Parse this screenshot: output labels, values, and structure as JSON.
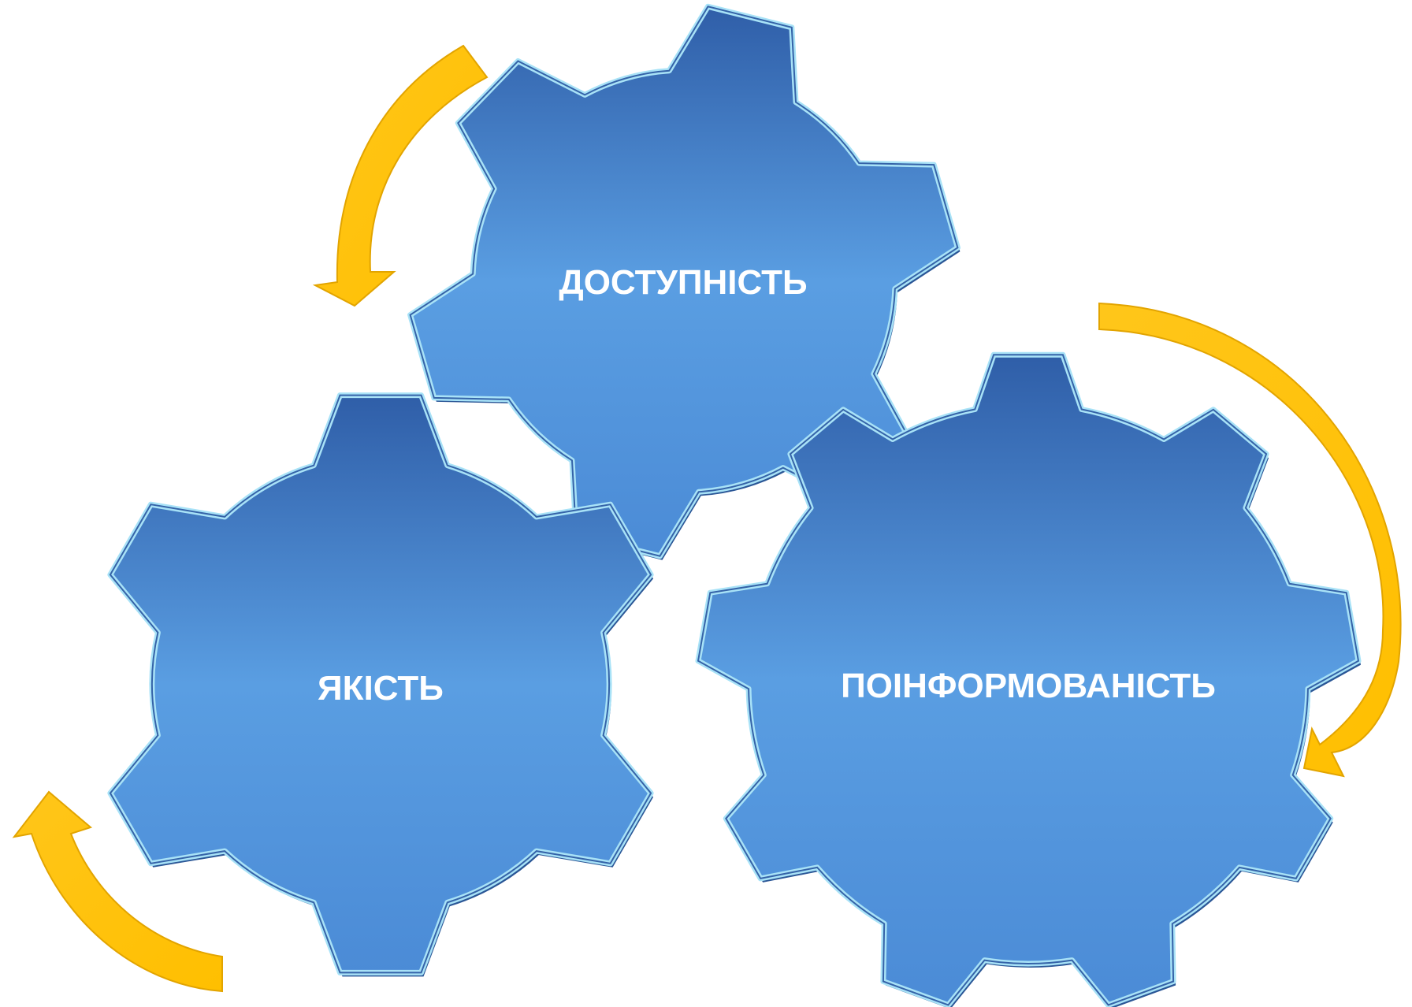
{
  "diagram": {
    "gears": [
      {
        "id": "top",
        "label": "ДОСТУПНІСТЬ",
        "teeth": 6
      },
      {
        "id": "left",
        "label": "ЯКІСТЬ",
        "teeth": 6
      },
      {
        "id": "right",
        "label": "ПОІНФОРМОВАНІСТЬ",
        "teeth": 9
      }
    ],
    "arrows": [
      {
        "id": "top-left-arrow",
        "direction": "counterclockwise"
      },
      {
        "id": "right-arrow",
        "direction": "clockwise"
      },
      {
        "id": "bottom-left-arrow",
        "direction": "clockwise"
      }
    ]
  },
  "colors": {
    "gear_top": "#3a68b0",
    "gear_mid": "#5a9ae0",
    "gear_bottom": "#4a86d0",
    "gear_edge": "#9fdcf5",
    "gear_outline": "#2d5aa0",
    "arrow_fill": "#ffc20e",
    "arrow_edge": "#e8a800",
    "label": "#ffffff"
  }
}
